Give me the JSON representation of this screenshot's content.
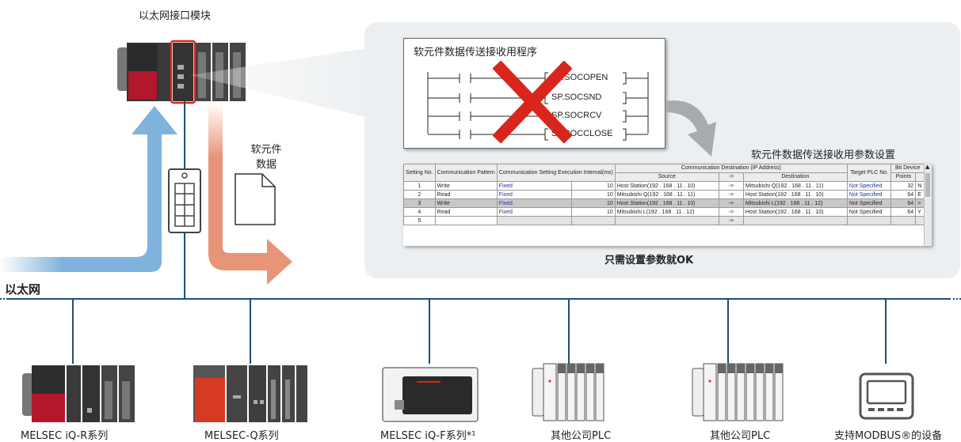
{
  "module_label": "以太网接口模块",
  "device_data_label_line1": "软元件",
  "device_data_label_line2": "数据",
  "network_label": "以太网",
  "program_box": {
    "title": "软元件数据传送接收用程序",
    "instructions": [
      "SP.SOCOPEN",
      "SP.SOCSND",
      "SP.SOCRCV",
      "SP.SOCCLOSE"
    ]
  },
  "param_title": "软元件数据传送接收用参数设置",
  "param_caption": "只需设置参数就OK",
  "param_table": {
    "headers": {
      "setting_no": "Setting No.",
      "pattern": "Communication Pattern",
      "interval": "Communication Setting Execution Interval(ms)",
      "dest_group": "Communication Destination (IP Address)",
      "source": "Source",
      "arrow": "->",
      "destination": "Destination",
      "target": "Target PLC No.",
      "bit_device": "Bit Device",
      "points": "Points"
    },
    "rows": [
      {
        "no": "1",
        "pattern": "Write",
        "fixed": "Fixed",
        "interval": "10",
        "source": "Host Station(192 . 168 . 11 . 10)",
        "arrow": "->",
        "destination": "Mitsubishi Q(192 . 168 . 11 . 11)",
        "target": "Not Specified",
        "points": "32",
        "extra": "N"
      },
      {
        "no": "2",
        "pattern": "Read",
        "fixed": "Fixed",
        "interval": "10",
        "source": "Mitsubishi Q(192 . 168 . 11 . 11)",
        "arrow": "->",
        "destination": "Host Station(192 . 168 . 11 . 10)",
        "target": "Not Specified",
        "points": "64",
        "extra": "E"
      },
      {
        "no": "3",
        "pattern": "Write",
        "fixed": "Fixed",
        "interval": "10",
        "source": "Host Station(192 . 168 . 11 . 10)",
        "arrow": "->",
        "destination": "Mitsubishi L(192 . 168 . 11 . 12)",
        "target": "Not Specified",
        "points": "64",
        "extra": ">"
      },
      {
        "no": "4",
        "pattern": "Read",
        "fixed": "Fixed",
        "interval": "10",
        "source": "Mitsubishi L(192 . 168 . 11 . 12)",
        "arrow": "->",
        "destination": "Host Station(192 . 168 . 11 . 10)",
        "target": "Not Specified",
        "points": "64",
        "extra": "Y"
      },
      {
        "no": "5",
        "pattern": "",
        "fixed": "",
        "interval": "",
        "source": "",
        "arrow": "->",
        "destination": "",
        "target": "",
        "points": "",
        "extra": ""
      }
    ]
  },
  "devices": [
    {
      "label": "MELSEC iQ-R系列"
    },
    {
      "label": "MELSEC-Q系列"
    },
    {
      "label": "MELSEC iQ-F系列*¹"
    },
    {
      "label": "其他公司PLC"
    },
    {
      "label": "其他公司PLC"
    },
    {
      "label": "支持MODBUS®的设备"
    }
  ],
  "colors": {
    "network_line": "#1f4e79",
    "blue_arrow": "#7fb2dc",
    "orange_arrow": "#e89478",
    "red_x": "#d9261c",
    "highlight_frame": "#d9261c",
    "plc_red": "#b3172c"
  }
}
